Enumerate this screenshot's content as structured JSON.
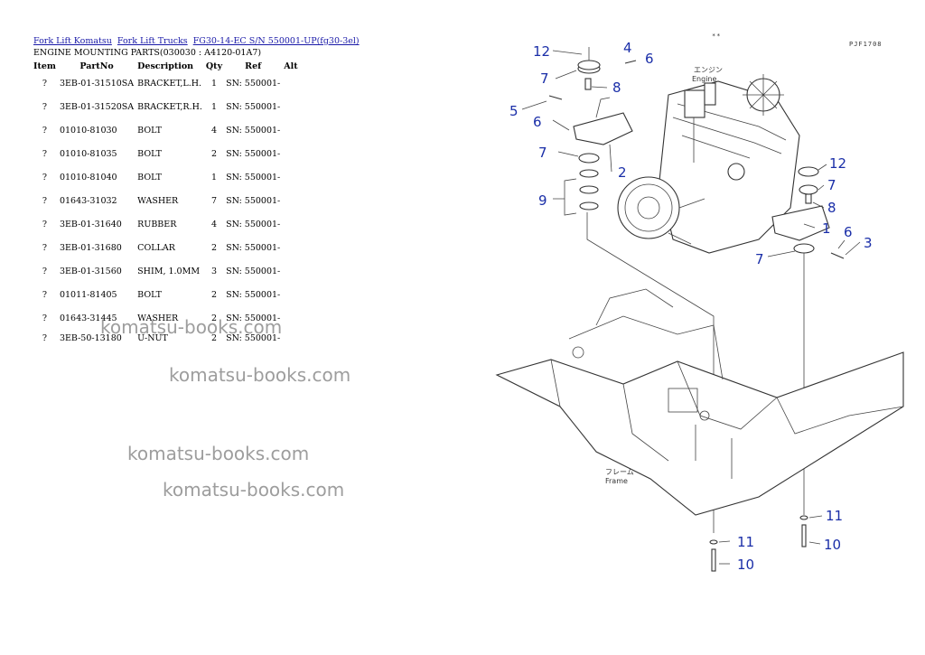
{
  "breadcrumb": [
    {
      "label": "Fork Lift Komatsu"
    },
    {
      "label": "Fork Lift Trucks"
    },
    {
      "label": "FG30-14-EC S/N 550001-UP(fg30-3el)"
    }
  ],
  "section_title": "ENGINE MOUNTING PARTS(030030 : A4120-01A7)",
  "table": {
    "headers": {
      "item": "Item",
      "partno": "PartNo",
      "description": "Description",
      "qty": "Qty",
      "ref": "Ref",
      "alt": "Alt"
    },
    "rows": [
      {
        "item": "?",
        "partno": "3EB-01-31510SA",
        "description": "BRACKET,L.H.",
        "qty": "1",
        "ref": "SN: 550001-"
      },
      {
        "item": "?",
        "partno": "3EB-01-31520SA",
        "description": "BRACKET,R.H.",
        "qty": "1",
        "ref": "SN: 550001-"
      },
      {
        "item": "?",
        "partno": "01010-81030",
        "description": "BOLT",
        "qty": "4",
        "ref": "SN: 550001-"
      },
      {
        "item": "?",
        "partno": "01010-81035",
        "description": "BOLT",
        "qty": "2",
        "ref": "SN: 550001-"
      },
      {
        "item": "?",
        "partno": "01010-81040",
        "description": "BOLT",
        "qty": "1",
        "ref": "SN: 550001-"
      },
      {
        "item": "?",
        "partno": "01643-31032",
        "description": "WASHER",
        "qty": "7",
        "ref": "SN: 550001-"
      },
      {
        "item": "?",
        "partno": "3EB-01-31640",
        "description": "RUBBER",
        "qty": "4",
        "ref": "SN: 550001-"
      },
      {
        "item": "?",
        "partno": "3EB-01-31680",
        "description": "COLLAR",
        "qty": "2",
        "ref": "SN: 550001-"
      },
      {
        "item": "?",
        "partno": "3EB-01-31560",
        "description": "SHIM, 1.0MM",
        "qty": "3",
        "ref": "SN: 550001-"
      },
      {
        "item": "?",
        "partno": "01011-81405",
        "description": "BOLT",
        "qty": "2",
        "ref": "SN: 550001-"
      },
      {
        "item": "?",
        "partno": "01643-31445",
        "description": "WASHER",
        "qty": "2",
        "ref": "SN: 550001-"
      },
      {
        "item": "?",
        "partno": "3EB-50-13180",
        "description": "U-NUT",
        "qty": "2",
        "ref": "SN: 550001-"
      }
    ]
  },
  "watermarks": [
    "komatsu-books.com",
    "komatsu-books.com",
    "komatsu-books.com",
    "komatsu-books.com"
  ],
  "diagram": {
    "code": "PJF1708",
    "top_mark": "**",
    "engine_label_jp": "エンジン",
    "engine_label": "Engine",
    "frame_label_jp": "フレーム",
    "frame_label": "Frame",
    "callouts": [
      "12",
      "4",
      "6",
      "7",
      "8",
      "5",
      "6",
      "7",
      "2",
      "9",
      "12",
      "7",
      "8",
      "1",
      "6",
      "3",
      "7",
      "11",
      "10",
      "11",
      "10"
    ],
    "callout_color": "#1a2ea8"
  },
  "colors": {
    "link": "#1a1aa8",
    "watermark": "#8c8c8c"
  }
}
